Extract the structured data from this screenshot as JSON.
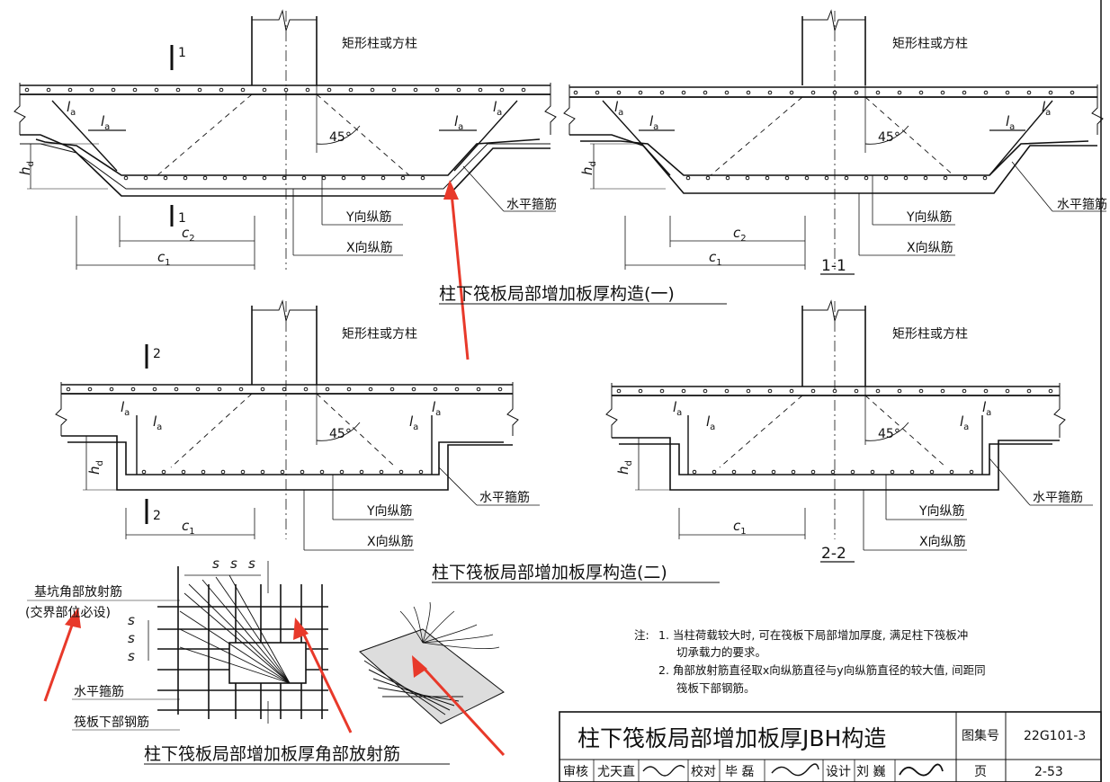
{
  "colors": {
    "ink": "#111111",
    "arrow": "#e8392a",
    "fill": "#ffffff"
  },
  "labels": {
    "column": "矩形柱或方柱",
    "la": "l",
    "la_sub": "a",
    "angle": "45°",
    "hd": "h",
    "hd_sub": "d",
    "stirrup": "水平箍筋",
    "y_bar": "Y向纵筋",
    "x_bar": "X向纵筋",
    "c1": "c",
    "c1_sub": "1",
    "c2": "c",
    "c2_sub": "2",
    "s": "s",
    "cut1": "1",
    "cut2": "2"
  },
  "sections": {
    "s11": "1-1",
    "s22": "2-2"
  },
  "titles": {
    "t1": "柱下筏板局部增加板厚构造(一)",
    "t2": "柱下筏板局部增加板厚构造(二)",
    "t3": "柱下筏板局部增加板厚角部放射筋"
  },
  "corner": {
    "radial": "基坑角部放射筋",
    "required": "(交界部位必设)",
    "stirrup": "水平箍筋",
    "bottom_bar": "筏板下部钢筋"
  },
  "notes": {
    "lead": "注:",
    "n1a": "1. 当柱荷载较大时, 可在筏板下局部增加厚度, 满足柱下筏板冲",
    "n1b": "切承载力的要求。",
    "n2a": "2. 角部放射筋直径取x向纵筋直径与y向纵筋直径的较大值, 间距同",
    "n2b": "筏板下部钢筋。"
  },
  "title_block": {
    "main": "柱下筏板局部增加板厚JBH构造",
    "atlas_label": "图集号",
    "atlas_no": "22G101-3",
    "page_label": "页",
    "page_no": "2-53",
    "review_label": "审核",
    "review_name": "尤天直",
    "check_label": "校对",
    "check_name": "毕 磊",
    "design_label": "设计",
    "design_name": "刘 巍"
  }
}
